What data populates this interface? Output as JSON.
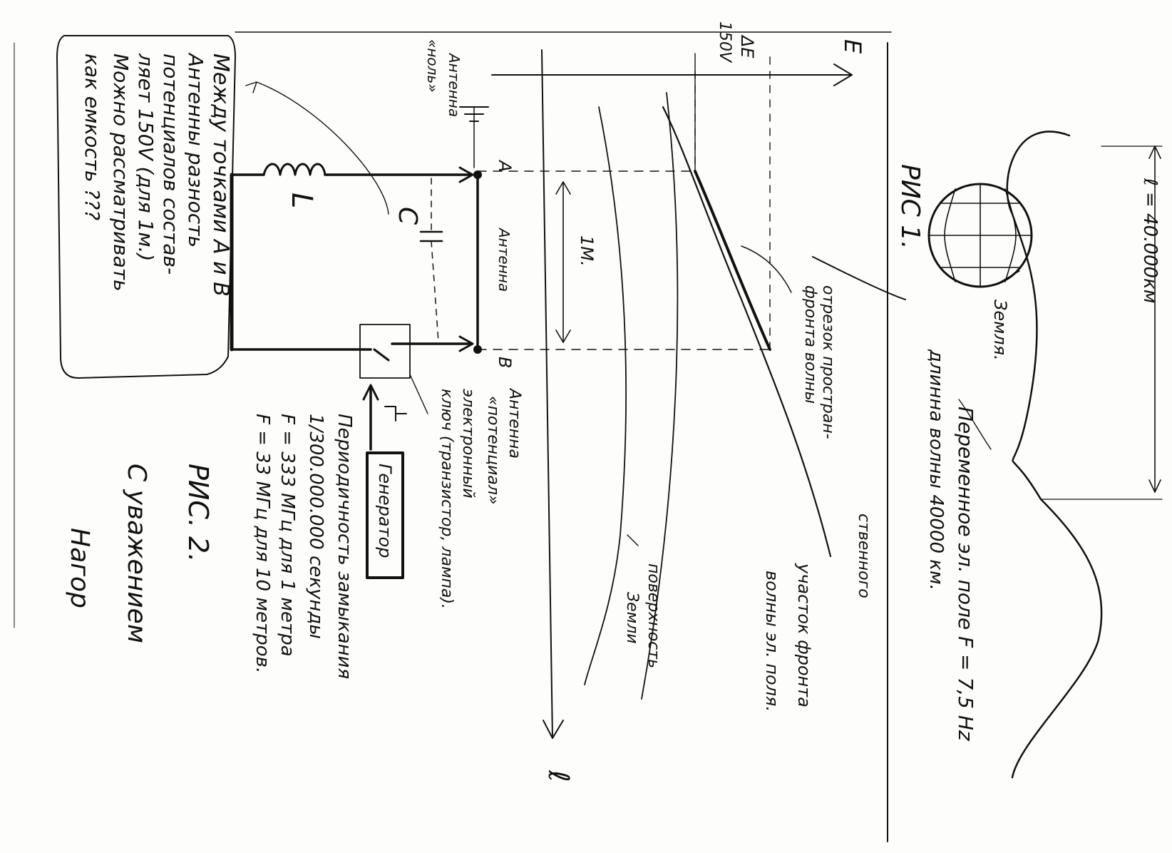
{
  "figure1": {
    "title": "РИС 1.",
    "e_axis_label": "E",
    "l_axis_label": "ℓ",
    "delta_e": "ΔE",
    "delta_e_value": "150V",
    "wavelength_label": "ℓ = 40.000км",
    "earth_label": "Земля.",
    "field_note_line1": "Переменное эл. поле F = 7,5 Hz",
    "field_note_line2": "длинна волны 40000 км.",
    "segment_label_line1": "отрезок простран-",
    "segment_label_line2": "ственного",
    "segment_label_line3": "фронта волны",
    "front_section_line1": "участок фронта",
    "front_section_line2": "волны эл. поля.",
    "surface_line1": "поверхность",
    "surface_line2": "Земли"
  },
  "figure2": {
    "title": "РИС. 2.",
    "antenna_zero_line1": "Антенна",
    "antenna_zero_line2": "«ноль»",
    "antenna_potential_line1": "Антенна",
    "antenna_potential_line2": "«потенциал»",
    "antenna_label": "Антенна",
    "point_a": "A",
    "point_b": "B",
    "distance": "1М.",
    "inductor": "L",
    "capacitor": "C",
    "switch_line1": "электронный",
    "switch_line2": "ключ (транзистор, лампа).",
    "generator": "Генератор",
    "note_box": [
      "Между точками А и В",
      "Антенны разность",
      "потенциалов состав-",
      "ляет 150V (для 1м.)",
      "Можно рассматривать",
      "как емкость ???"
    ],
    "period_title": "Периодичность замыкания",
    "period_value": "1/300.000.000 секунды",
    "freq_1m": "F = 333 МГц для 1 метра",
    "freq_10m": "F = 33 МГц для 10 метров."
  },
  "closing": {
    "regards": "С уважением",
    "name": "Нагор"
  }
}
